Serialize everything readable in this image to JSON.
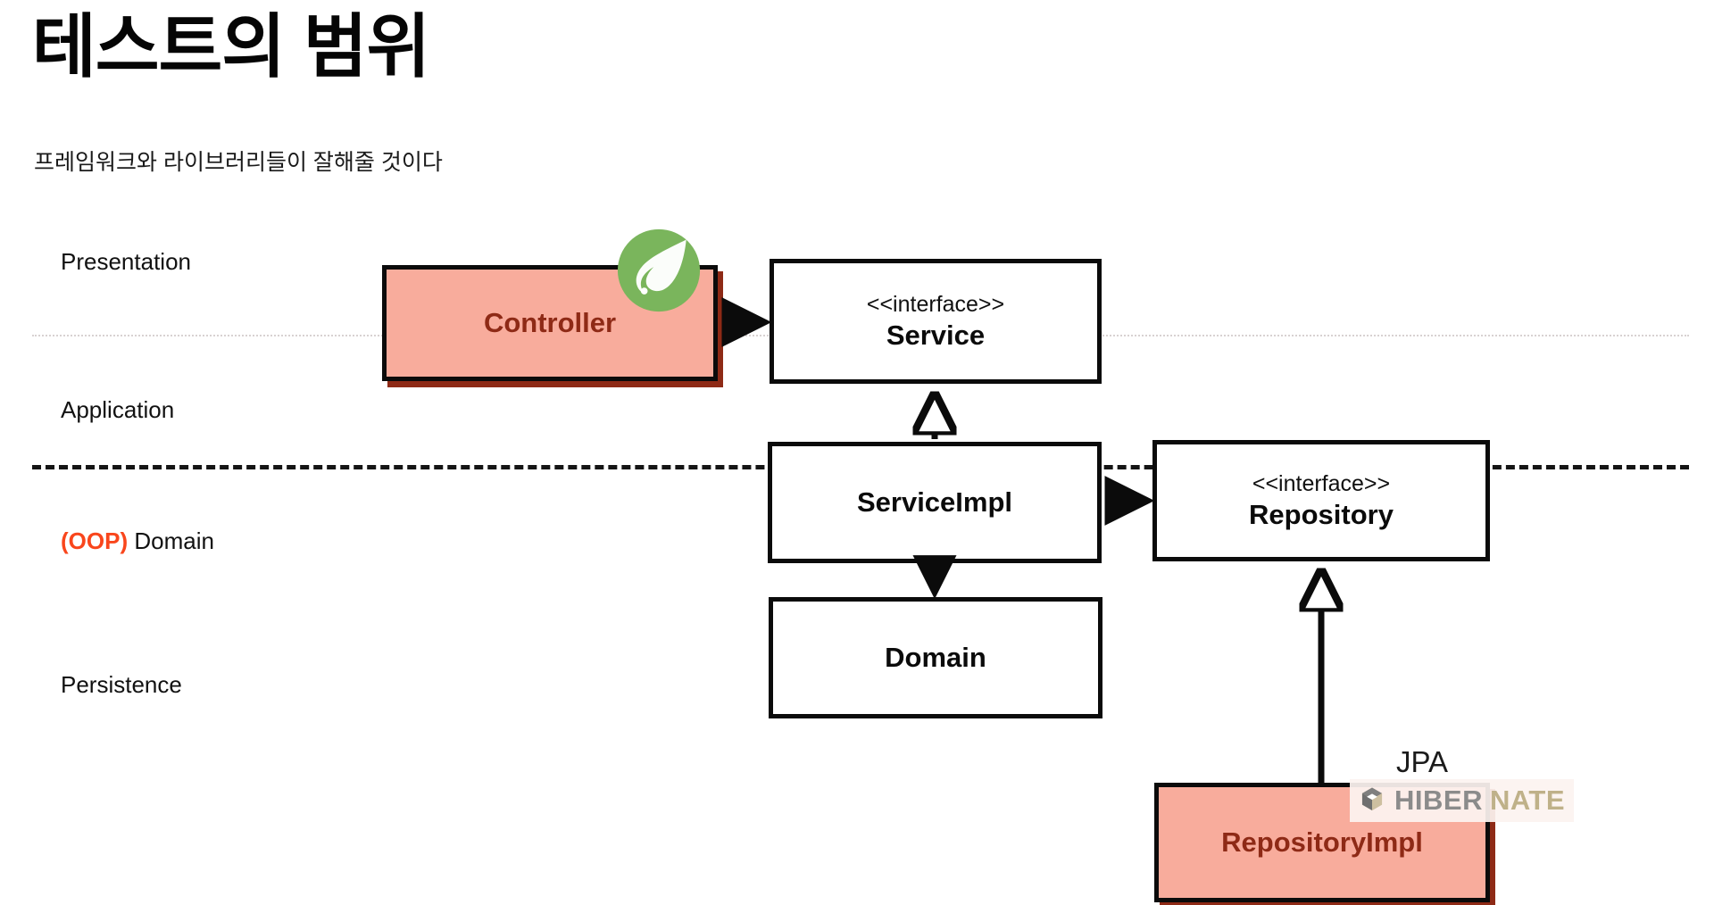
{
  "slide": {
    "title": "테스트의 범위",
    "subtitle": "프레임워크와 라이브러리들이 잘해줄 것이다",
    "background_color": "#ffffff"
  },
  "colors": {
    "highlight_fill": "#f8ac9c",
    "highlight_text": "#8e2a16",
    "highlight_shadow": "#8e2a16",
    "box_border": "#0b0b0b",
    "accent_orange": "#f9461c",
    "spring_green": "#6db33f",
    "hibernate_gray": "#8b8b8b",
    "hibernate_tan": "#bfb189",
    "divider_thin": "#d8d2d2",
    "divider_thick": "#151515"
  },
  "layers": [
    {
      "id": "presentation",
      "label": "Presentation"
    },
    {
      "id": "application",
      "label": "Application"
    },
    {
      "id": "domain",
      "label_accent": "(OOP)",
      "label": " Domain"
    },
    {
      "id": "persistence",
      "label": "Persistence"
    }
  ],
  "nodes": [
    {
      "id": "controller",
      "stereotype": "",
      "name": "Controller",
      "layer": "presentation",
      "style": "highlight"
    },
    {
      "id": "service",
      "stereotype": "<<interface>>",
      "name": "Service",
      "layer": "presentation",
      "style": "plain"
    },
    {
      "id": "serviceimpl",
      "stereotype": "",
      "name": "ServiceImpl",
      "layer": "application",
      "style": "plain"
    },
    {
      "id": "repository",
      "stereotype": "<<interface>>",
      "name": "Repository",
      "layer": "application",
      "style": "plain"
    },
    {
      "id": "domain",
      "stereotype": "",
      "name": "Domain",
      "layer": "domain",
      "style": "plain"
    },
    {
      "id": "repositoryimpl",
      "stereotype": "",
      "name": "RepositoryImpl",
      "layer": "persistence",
      "style": "highlight"
    }
  ],
  "edges": [
    {
      "from": "controller",
      "to": "service",
      "kind": "association",
      "arrow": "filled"
    },
    {
      "from": "serviceimpl",
      "to": "service",
      "kind": "realization",
      "arrow": "hollow-triangle"
    },
    {
      "from": "serviceimpl",
      "to": "repository",
      "kind": "association",
      "arrow": "filled"
    },
    {
      "from": "serviceimpl",
      "to": "domain",
      "kind": "association",
      "arrow": "filled"
    },
    {
      "from": "repositoryimpl",
      "to": "repository",
      "kind": "realization",
      "arrow": "hollow-triangle"
    }
  ],
  "badges": {
    "spring": {
      "icon": "spring-leaf-icon",
      "attached_to": "controller"
    },
    "jpa": {
      "label": "JPA",
      "attached_to": "repositoryimpl"
    },
    "hibernate": {
      "icon": "hibernate-cube-icon",
      "word_first": "HIBER",
      "word_second": "NATE",
      "attached_to": "repositoryimpl"
    }
  }
}
